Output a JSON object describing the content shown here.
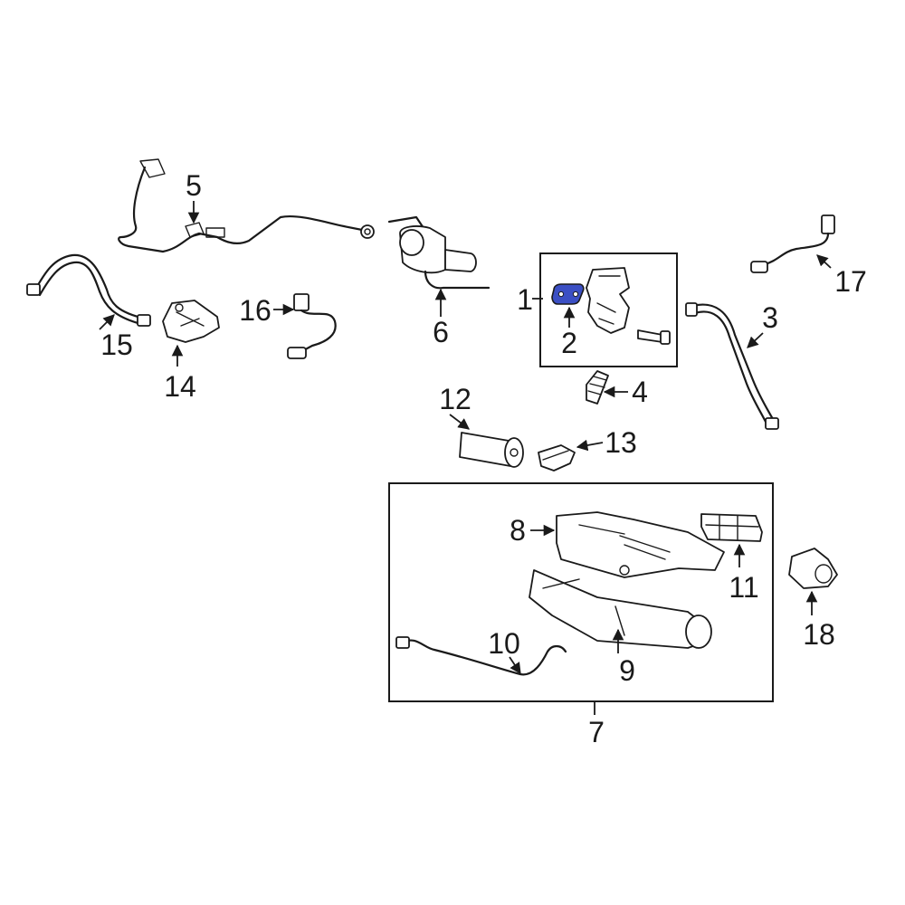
{
  "diagram": {
    "highlight_color": "#3b4fc4",
    "callouts": {
      "c1": "1",
      "c2": "2",
      "c3": "3",
      "c4": "4",
      "c5": "5",
      "c6": "6",
      "c7": "7",
      "c8": "8",
      "c9": "9",
      "c10": "10",
      "c11": "11",
      "c12": "12",
      "c13": "13",
      "c14": "14",
      "c15": "15",
      "c16": "16",
      "c17": "17",
      "c18": "18"
    }
  }
}
